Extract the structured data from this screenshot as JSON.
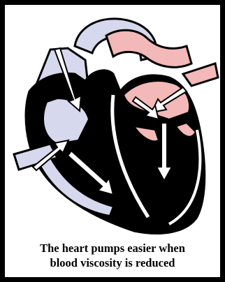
{
  "caption": {
    "line1": "The heart pumps easier when",
    "line2": "blood viscosity is reduced"
  },
  "colors": {
    "frame": "#000000",
    "deoxygenated": "#d6d8ee",
    "oxygenated": "#f3b8b8",
    "muscle": "#000000",
    "arrow_fill": "#ffffff"
  },
  "icons": [
    "heart-diagram",
    "arrow-icon"
  ]
}
